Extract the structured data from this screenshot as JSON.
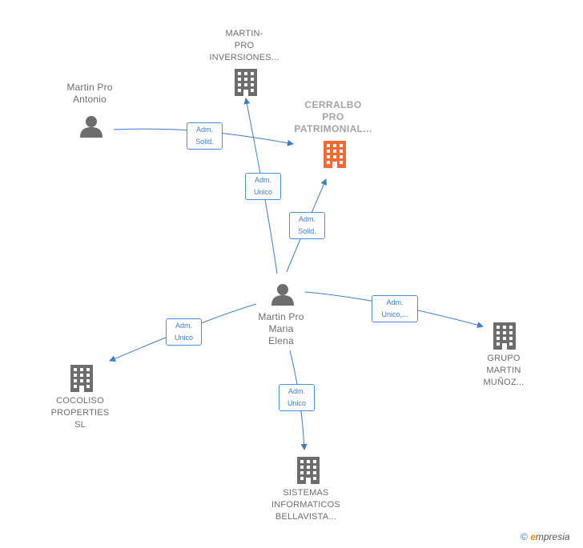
{
  "nodes": {
    "martin_pro_inversiones": {
      "lines": [
        "MARTIN-",
        "PRO",
        "INVERSIONES..."
      ]
    },
    "martin_pro_antonio": {
      "lines": [
        "Martin Pro",
        "Antonio"
      ]
    },
    "cerralbo": {
      "lines": [
        "CERRALBO",
        "PRO",
        "PATRIMONIAL..."
      ]
    },
    "martin_pro_maria_elena": {
      "lines": [
        "Martin Pro",
        "Maria",
        "Elena"
      ]
    },
    "cocoliso": {
      "lines": [
        "COCOLISO",
        "PROPERTIES",
        "SL"
      ]
    },
    "grupo_martin": {
      "lines": [
        "GRUPO",
        "MARTIN",
        "MUÑOZ..."
      ]
    },
    "sistemas": {
      "lines": [
        "SISTEMAS",
        "INFORMATICOS",
        "BELLAVISTA..."
      ]
    }
  },
  "edges": {
    "antonio_cerralbo": {
      "lines": [
        "Adm.",
        "Solid."
      ]
    },
    "elena_inversiones": {
      "lines": [
        "Adm.",
        "Unico"
      ]
    },
    "elena_cerralbo": {
      "lines": [
        "Adm.",
        "Solid."
      ]
    },
    "elena_grupo": {
      "lines": [
        "Adm.",
        "Unico,..."
      ]
    },
    "elena_cocoliso": {
      "lines": [
        "Adm.",
        "Unico"
      ]
    },
    "elena_sistemas": {
      "lines": [
        "Adm.",
        "Unico"
      ]
    }
  },
  "colors": {
    "edge": "#3a7cc8",
    "node": "#6d6d6d",
    "focus": "#f26a35"
  },
  "icons": {
    "company": "building-icon",
    "person": "person-icon"
  },
  "footer": {
    "copyright": "©",
    "brand_e": "e",
    "brand_rest": "mpresia"
  }
}
